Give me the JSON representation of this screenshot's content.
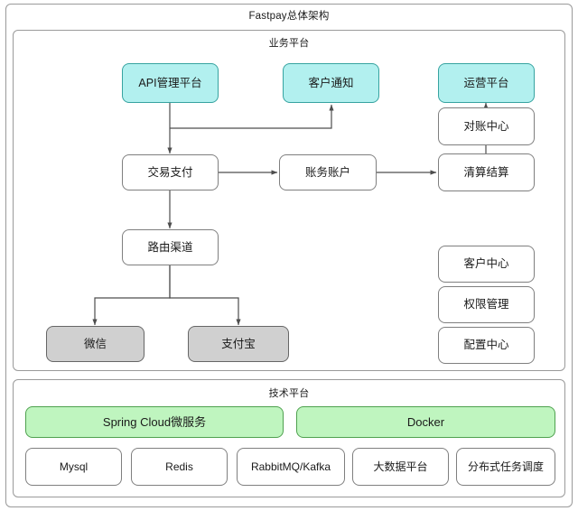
{
  "diagram": {
    "title": "Fastpay总体架构",
    "business_platform": {
      "title": "业务平台",
      "nodes": {
        "api_platform": "API管理平台",
        "customer_notify": "客户通知",
        "operation_platform": "运营平台",
        "reconcile_center": "对账中心",
        "clearing_settlement": "清算结算",
        "trade_payment": "交易支付",
        "account_ledger": "账务账户",
        "routing_channel": "路由渠道",
        "wechat": "微信",
        "alipay": "支付宝",
        "customer_center": "客户中心",
        "permission_mgmt": "权限管理",
        "config_center": "配置中心"
      }
    },
    "tech_platform": {
      "title": "技术平台",
      "top_row": [
        "Spring Cloud微服务",
        "Docker"
      ],
      "bottom_row": [
        "Mysql",
        "Redis",
        "RabbitMQ/Kafka",
        "大数据平台",
        "分布式任务调度"
      ]
    },
    "colors": {
      "cyan_fill": "#b2f0ef",
      "cyan_border": "#36a3a0",
      "green_fill": "#bff5bf",
      "green_border": "#4fa14f",
      "gray_fill": "#d0d0d0",
      "gray_border": "#666666",
      "white_fill": "#ffffff",
      "node_border": "#7f7f7f",
      "frame_border": "#9a9a9a",
      "connector": "#4d4d4d"
    },
    "connections": [
      {
        "from": "API管理平台",
        "to": "交易支付",
        "type": "arrow-down"
      },
      {
        "from": "API管理平台",
        "to": "客户通知",
        "type": "elbow-arrow-up"
      },
      {
        "from": "交易支付",
        "to": "账务账户",
        "type": "arrow-right"
      },
      {
        "from": "账务账户",
        "to": "清算结算",
        "type": "arrow-right"
      },
      {
        "from": "清算结算",
        "to": "对账中心",
        "type": "arrow-up"
      },
      {
        "from": "对账中心",
        "to": "运营平台",
        "type": "arrow-up"
      },
      {
        "from": "交易支付",
        "to": "路由渠道",
        "type": "arrow-down"
      },
      {
        "from": "路由渠道",
        "to": "微信",
        "type": "split-arrow-down"
      },
      {
        "from": "路由渠道",
        "to": "支付宝",
        "type": "split-arrow-down"
      }
    ]
  }
}
